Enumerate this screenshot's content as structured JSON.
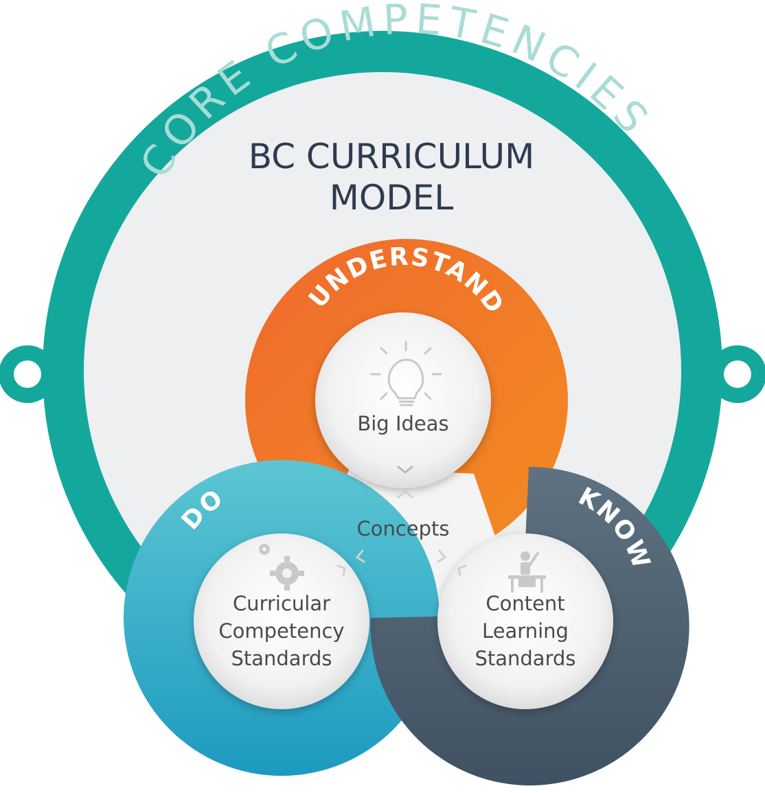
{
  "title_line1": "BC CURRICULUM",
  "title_line2": "MODEL",
  "outer_ring_label": "CORE COMPETENCIES",
  "rings": {
    "understand": {
      "label": "UNDERSTAND",
      "inner_label": "Big Ideas",
      "icon": "lightbulb-icon"
    },
    "do": {
      "label": "DO",
      "inner_lines": [
        "Curricular",
        "Competency",
        "Standards"
      ],
      "icon": "gears-icon"
    },
    "know": {
      "label": "KNOW",
      "inner_lines": [
        "Content",
        "Learning",
        "Standards"
      ],
      "icon": "teacher-icon"
    }
  },
  "center_label": "Concepts",
  "colors": {
    "teal": "#14a89c",
    "orange": "#f0712a",
    "blue": "#2aa4c4",
    "slate": "#4f6272",
    "title": "#2e3b4f"
  }
}
